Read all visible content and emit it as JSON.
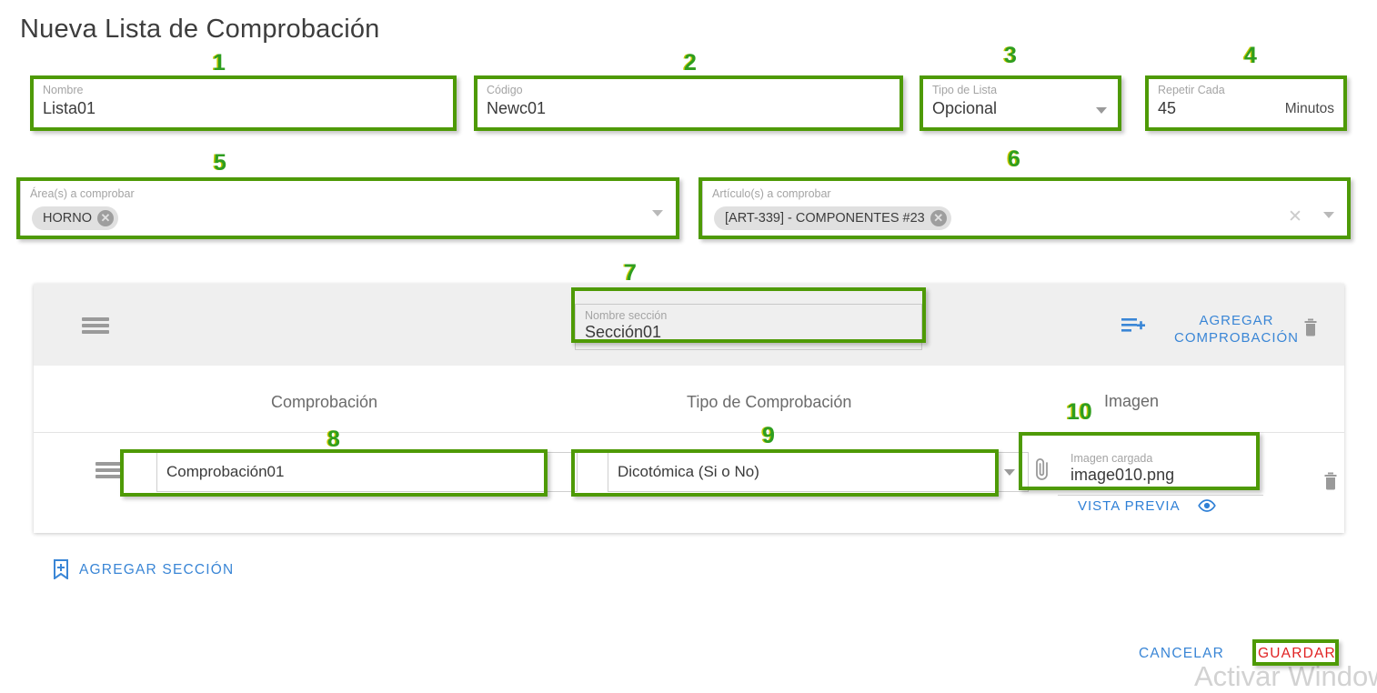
{
  "page": {
    "title": "Nueva Lista de Comprobación"
  },
  "form": {
    "nombre": {
      "label": "Nombre",
      "value": "Lista01"
    },
    "codigo": {
      "label": "Código",
      "value": "Newc01"
    },
    "tipo_lista": {
      "label": "Tipo de Lista",
      "value": "Opcional"
    },
    "repetir_cada": {
      "label": "Repetir Cada",
      "value": "45",
      "suffix": "Minutos"
    },
    "areas": {
      "label": "Área(s) a comprobar",
      "chips": [
        "HORNO"
      ]
    },
    "articulos": {
      "label": "Artículo(s) a comprobar",
      "chips": [
        "[ART-339] - COMPONENTES #23"
      ]
    }
  },
  "section": {
    "nombre_seccion": {
      "label": "Nombre sección",
      "value": "Sección01"
    },
    "add_check_label": "AGREGAR\nCOMPROBACIÓN",
    "columns": [
      "Comprobación",
      "Tipo de Comprobación",
      "Imagen"
    ],
    "rows": [
      {
        "comprobacion": "Comprobación01",
        "tipo": "Dicotómica (Si o No)",
        "imagen": {
          "label": "Imagen cargada",
          "value": "image010.png"
        },
        "preview_label": "VISTA PREVIA"
      }
    ]
  },
  "actions": {
    "agregar_seccion": "AGREGAR SECCIÓN",
    "cancelar": "CANCELAR",
    "guardar": "GUARDAR"
  },
  "watermark": "Activar Windows",
  "annotations": {
    "numbers": [
      "1",
      "2",
      "3",
      "4",
      "5",
      "6",
      "7",
      "8",
      "9",
      "10"
    ]
  },
  "colors": {
    "annotation_green": "#4e9a06",
    "annotation_number": "#2e9e1f",
    "link_blue": "#3a86d6",
    "save_red": "#e02020",
    "header_grey": "#efefef"
  }
}
